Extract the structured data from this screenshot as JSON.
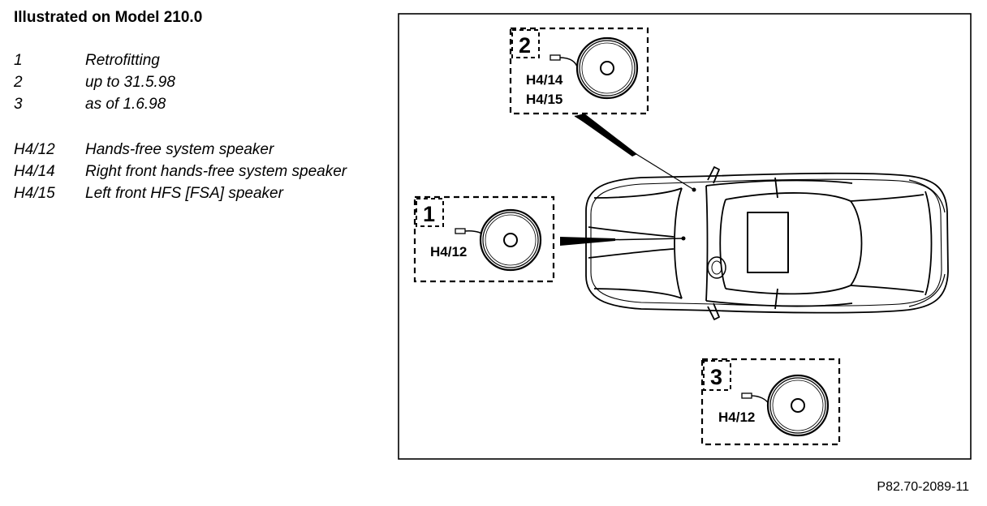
{
  "heading": "Illustrated on Model 210.0",
  "legend_numbers": [
    {
      "key": "1",
      "text": "Retrofitting"
    },
    {
      "key": "2",
      "text": "up to 31.5.98"
    },
    {
      "key": "3",
      "text": "as of 1.6.98"
    }
  ],
  "legend_components": [
    {
      "key": "H4/12",
      "text": "Hands-free system speaker"
    },
    {
      "key": "H4/14",
      "text": "Right front hands-free system speaker"
    },
    {
      "key": "H4/15",
      "text": "Left front HFS [FSA] speaker"
    }
  ],
  "callouts": {
    "box1": {
      "number": "1",
      "labels": [
        "H4/12"
      ]
    },
    "box2": {
      "number": "2",
      "labels": [
        "H4/14",
        "H4/15"
      ]
    },
    "box3": {
      "number": "3",
      "labels": [
        "H4/12"
      ]
    }
  },
  "figure_code": "P82.70-2089-11"
}
